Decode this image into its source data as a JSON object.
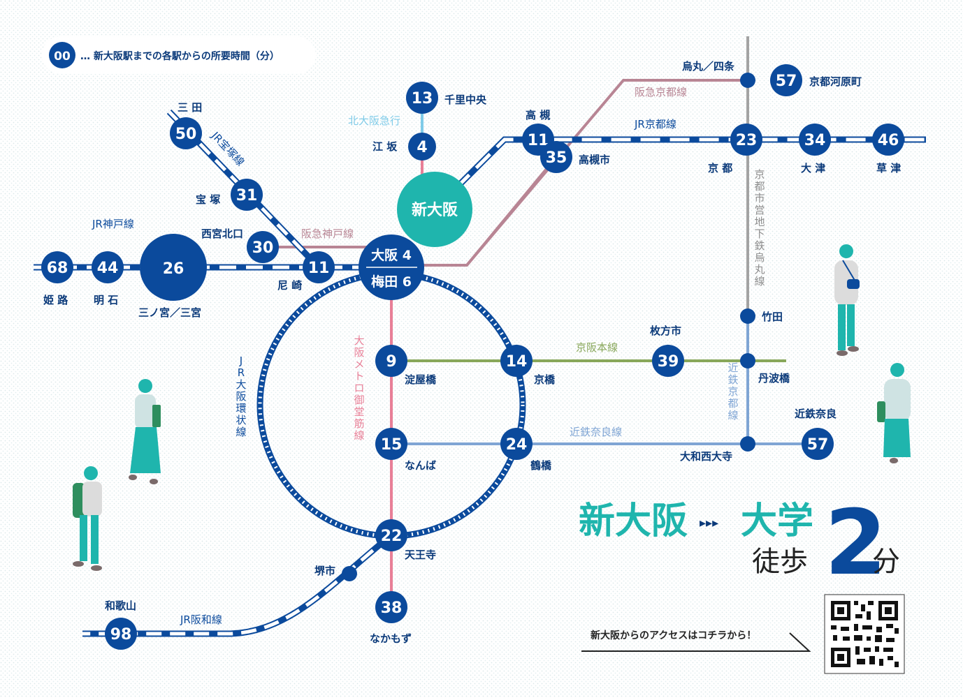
{
  "legend": {
    "sample": "00",
    "text": "… 新大阪駅までの各駅からの所要時間（分）"
  },
  "hub": {
    "name": "新大阪"
  },
  "osaka": {
    "top": "大阪 4",
    "bottom": "梅田 6"
  },
  "stations": [
    {
      "id": "sanda",
      "num": "50",
      "name": "三 田"
    },
    {
      "id": "takarazuka",
      "num": "31",
      "name": "宝 塚"
    },
    {
      "id": "nishinomiya",
      "num": "30",
      "name": "西宮北口"
    },
    {
      "id": "sannomiya",
      "num": "26",
      "name": "三ノ宮／三宮"
    },
    {
      "id": "akashi",
      "num": "44",
      "name": "明 石"
    },
    {
      "id": "himeji",
      "num": "68",
      "name": "姫 路"
    },
    {
      "id": "amagasaki",
      "num": "11",
      "name": "尼 崎"
    },
    {
      "id": "senri",
      "num": "13",
      "name": "千里中央"
    },
    {
      "id": "esaka",
      "num": "4",
      "name": "江 坂"
    },
    {
      "id": "takatsuki",
      "num": "11",
      "name": "高 槻"
    },
    {
      "id": "takatsukishi",
      "num": "35",
      "name": "高槻市"
    },
    {
      "id": "kyoto",
      "num": "23",
      "name": "京 都"
    },
    {
      "id": "otsu",
      "num": "34",
      "name": "大 津"
    },
    {
      "id": "kusatsu",
      "num": "46",
      "name": "草 津"
    },
    {
      "id": "kawaramachi",
      "num": "57",
      "name": "京都河原町"
    },
    {
      "id": "yodoyabashi",
      "num": "9",
      "name": "淀屋橋"
    },
    {
      "id": "kyobashi",
      "num": "14",
      "name": "京橋"
    },
    {
      "id": "hirakata",
      "num": "39",
      "name": "枚方市"
    },
    {
      "id": "namba",
      "num": "15",
      "name": "なんば"
    },
    {
      "id": "tsuruhashi",
      "num": "24",
      "name": "鶴橋"
    },
    {
      "id": "nara",
      "num": "57",
      "name": "近鉄奈良"
    },
    {
      "id": "tennoji",
      "num": "22",
      "name": "天王寺"
    },
    {
      "id": "nakamozu",
      "num": "38",
      "name": "なかもず"
    },
    {
      "id": "wakayama",
      "num": "98",
      "name": "和歌山"
    }
  ],
  "minor_stations": {
    "karasuma": "烏丸／四条",
    "takeda": "竹田",
    "tambabashi": "丹波橋",
    "yamatosaidaiji": "大和西大寺",
    "sakaishi": "堺市"
  },
  "lines": {
    "jr_takarazuka": "JR宝塚線",
    "jr_kobe": "JR神戸線",
    "hankyu_kobe": "阪急神戸線",
    "kita_osaka": "北大阪急行",
    "hankyu_kyoto": "阪急京都線",
    "jr_kyoto": "JR京都線",
    "karasuma_line": "京都市営地下鉄烏丸線",
    "keihan": "京阪本線",
    "kintetsu_kyoto": "近鉄京都線",
    "kintetsu_nara": "近鉄奈良線",
    "midosuji": "大阪メトロ御堂筋線",
    "loop": "JR大阪環状線",
    "hanwa": "JR阪和線"
  },
  "headline": {
    "from": "新大阪",
    "arrow": "▸▸▸",
    "to": "大学",
    "walk": "徒歩",
    "minutes": "2",
    "unit": "分"
  },
  "qr": {
    "caption": "新大阪からのアクセスはコチラから！"
  },
  "colors": {
    "navy": "#0b4a9c",
    "teal": "#1fb5ad",
    "hankyu": "#b88594",
    "jr": "#0b4a9c",
    "midosuji": "#e87f97",
    "keihan": "#88a75a",
    "kintetsu": "#7fa5d4",
    "karasuma": "#a3a3a3",
    "kita_osaka": "#7fcbe8"
  }
}
